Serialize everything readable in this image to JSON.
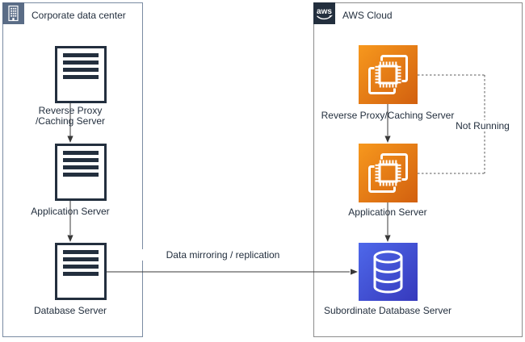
{
  "corporate_zone": {
    "title": "Corporate data center",
    "nodes": [
      {
        "id": "corp-reverse-proxy",
        "label_line1": "Reverse Proxy",
        "label_line2": "/Caching Server"
      },
      {
        "id": "corp-app-server",
        "label": "Application Server"
      },
      {
        "id": "corp-db-server",
        "label": "Database Server"
      }
    ]
  },
  "aws_zone": {
    "title": "AWS Cloud",
    "logo_text": "aws",
    "nodes": [
      {
        "id": "aws-reverse-proxy",
        "label": "Reverse Proxy/Caching Server"
      },
      {
        "id": "aws-app-server",
        "label": "Application Server"
      },
      {
        "id": "aws-db-server",
        "label": "Subordinate Database Server"
      }
    ]
  },
  "edges": {
    "mirroring_label": "Data mirroring / replication",
    "not_running_label": "Not Running"
  },
  "icons": {
    "corporate_badge": "building-icon",
    "aws_badge": "aws-logo-icon",
    "corporate_nodes": "server-icon",
    "aws_compute_nodes": "ec2-instance-icon",
    "aws_db_node": "database-icon"
  },
  "colors": {
    "ec2_gradient_start": "#F7981D",
    "ec2_gradient_end": "#D2600F",
    "db_gradient_start": "#4E68EA",
    "db_gradient_end": "#3639BC",
    "corporate_icon_bg": "#5A6C86",
    "aws_logo_bg": "#232F3E",
    "server_outline": "#232F3E",
    "connector": "#383838",
    "dashed_line": "#595959",
    "label_text": "#232F3E"
  }
}
